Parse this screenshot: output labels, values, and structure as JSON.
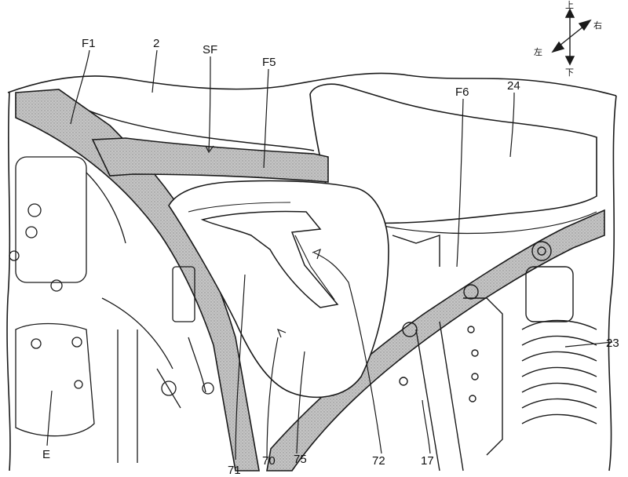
{
  "labels": {
    "F1": "F1",
    "two": "2",
    "SF": "SF",
    "F5": "F5",
    "F6": "F6",
    "n24": "24",
    "n23": "23",
    "E": "E",
    "n71": "71",
    "n70": "70",
    "n75": "75",
    "n72": "72",
    "n17": "17"
  },
  "compass": {
    "up": "上",
    "down": "下",
    "left": "左",
    "right": "右"
  },
  "colors": {
    "frame_fill": "#b5b5b5",
    "line": "#1a1a1a",
    "background": "#ffffff"
  }
}
